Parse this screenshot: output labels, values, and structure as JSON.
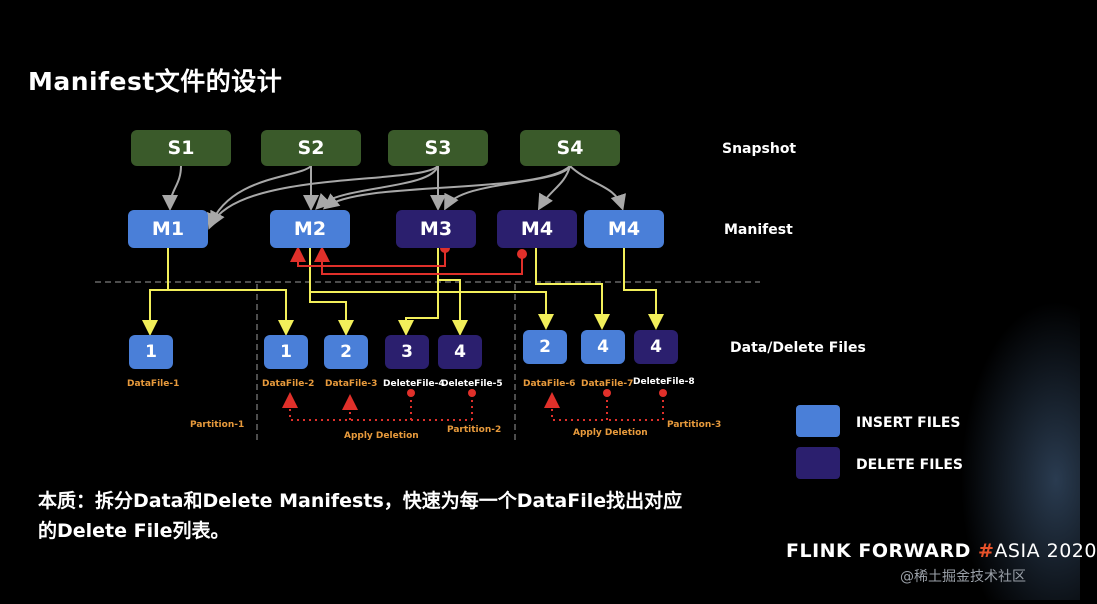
{
  "title": "Manifest文件的设计",
  "rows": {
    "snapshot": "Snapshot",
    "manifest": "Manifest",
    "files": "Data/Delete Files"
  },
  "snapshots": [
    "S1",
    "S2",
    "S3",
    "S4"
  ],
  "manifests": [
    "M1",
    "M2",
    "M3",
    "M4",
    "M4"
  ],
  "files": [
    "1",
    "1",
    "2",
    "3",
    "4",
    "2",
    "4",
    "4"
  ],
  "file_labels": [
    "DataFile-1",
    "DataFile-2",
    "DataFile-3",
    "DeleteFile-4",
    "DeleteFile-5",
    "DataFile-6",
    "DataFile-7",
    "DeleteFile-8"
  ],
  "partitions": [
    "Partition-1",
    "Partition-2",
    "Partition-3"
  ],
  "apply_deletion": [
    "Apply Deletion",
    "Apply Deletion"
  ],
  "legend": {
    "insert": "INSERT FILES",
    "delete": "DELETE FILES"
  },
  "colors": {
    "insert": "#4a7fd8",
    "delete": "#2b1f6e",
    "snapshot": "#3a5a2a",
    "yellow_arrow": "#f2ef5a",
    "red_arrow": "#e0302a",
    "gray_arrow": "#a8a8a8",
    "label_orange": "#e79a3c"
  },
  "summary": {
    "line1": "本质：拆分Data和Delete Manifests，快速为每一个DataFile找出对应",
    "line2": "的Delete File列表。"
  },
  "brand": {
    "main": "FLINK FORWARD ",
    "hash": "#",
    "asia": "ASIA 2020"
  },
  "watermark": "@稀土掘金技术社区"
}
